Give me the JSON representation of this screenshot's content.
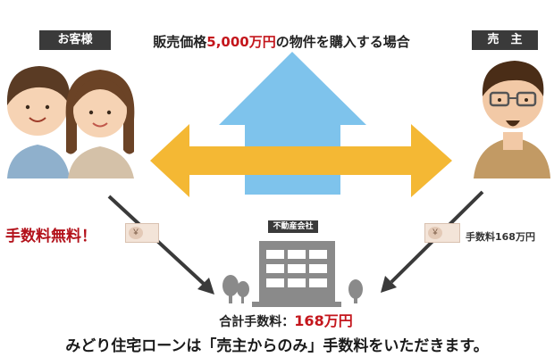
{
  "labels": {
    "buyer": "お客様",
    "seller": "売　主",
    "agency": "不動産会社"
  },
  "headline": {
    "prefix": "販売価格",
    "price": "5,000万円",
    "suffix": "の物件を購入する場合"
  },
  "fees": {
    "buyer": "手数料無料！",
    "seller": "手数料168万円",
    "total_prefix": "合計手数料：",
    "total_value": "168万円"
  },
  "bill_symbol": "￥",
  "bottom_message": "みどり住宅ローンは「売主からのみ」手数料をいただきます。",
  "colors": {
    "house": "#7ec3ec",
    "arrow": "#f4b834",
    "building": "#8a8a8a",
    "accent_red": "#c4161c",
    "label_bg": "#3a3a3a"
  }
}
